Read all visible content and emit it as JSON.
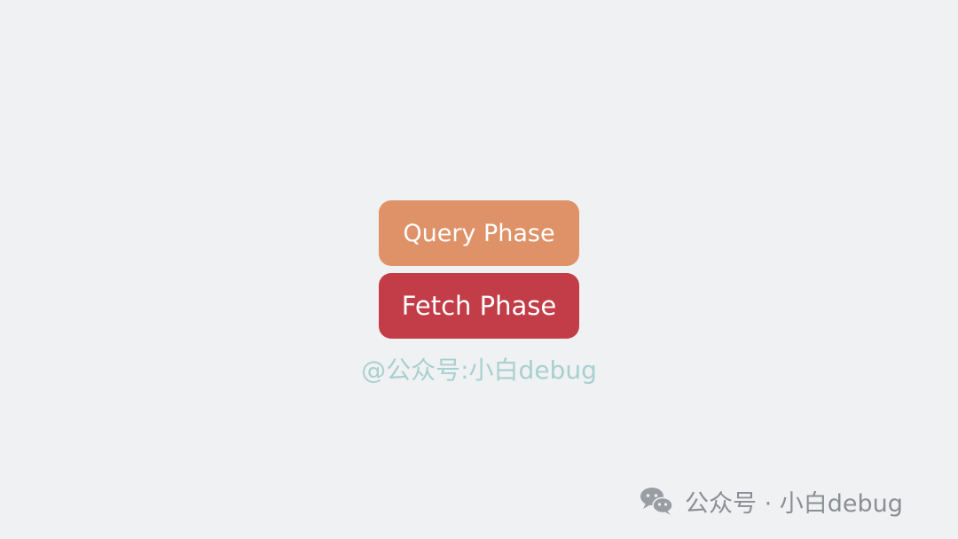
{
  "diagram": {
    "query_phase_label": "Query Phase",
    "fetch_phase_label": "Fetch Phase",
    "handle_text": "@公众号:小白debug"
  },
  "footer": {
    "watermark_text": "公众号 · 小白debug",
    "icon": "wechat-icon"
  },
  "colors": {
    "background": "#f0f1f3",
    "query_phase": "#df9168",
    "fetch_phase": "#c23d47",
    "handle_text": "#a8d0cf",
    "footer_text": "#8b8e92"
  }
}
